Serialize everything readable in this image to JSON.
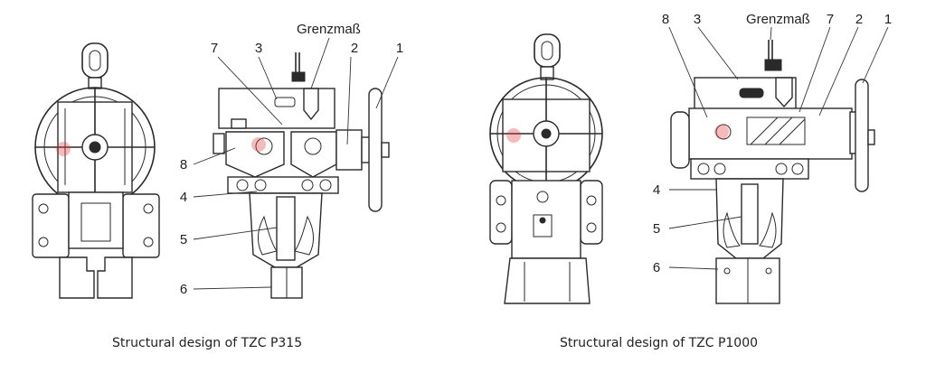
{
  "left": {
    "caption": "Structural design of TZC P315",
    "labels": {
      "l1": "1",
      "l2": "2",
      "l3": "3",
      "l4": "4",
      "l5": "5",
      "l6": "6",
      "l7": "7",
      "l8": "8",
      "limit": "Grenzmaß"
    }
  },
  "right": {
    "caption": "Structural design of TZC P1000",
    "labels": {
      "l1": "1",
      "l2": "2",
      "l3": "3",
      "l4": "4",
      "l5": "5",
      "l6": "6",
      "l7": "7",
      "l8": "8",
      "limit": "Grenzmaß"
    }
  },
  "colors": {
    "line": "#2a2a2a",
    "watermark": "#e23b3b"
  }
}
